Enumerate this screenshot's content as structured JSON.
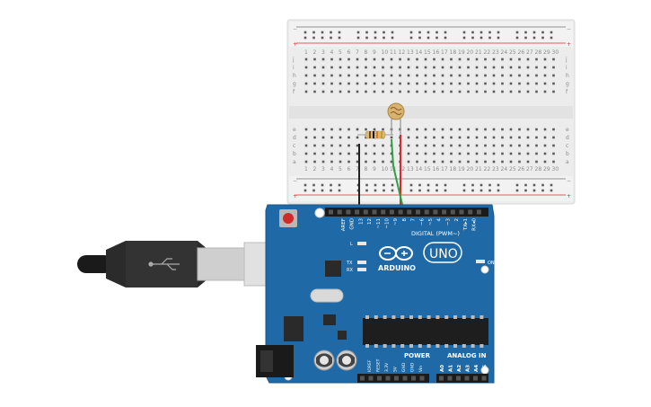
{
  "breadboard": {
    "rail_minus": "−",
    "rail_plus": "+",
    "row_letters_top": [
      "j",
      "i",
      "h",
      "g",
      "f"
    ],
    "row_letters_bottom": [
      "e",
      "d",
      "c",
      "b",
      "a"
    ],
    "column_count": 30
  },
  "arduino": {
    "brand": "ARDUINO",
    "model": "UNO",
    "digital_label": "DIGITAL (PWM~)",
    "digital_pins": [
      "AREF",
      "GND",
      "13",
      "12",
      "~11",
      "~10",
      "~9",
      "8",
      "7",
      "~6",
      "~5",
      "4",
      "~3",
      "2",
      "TX▸1",
      "RX◂0"
    ],
    "power_label": "POWER",
    "power_pins": [
      "IOREF",
      "RESET",
      "3.3V",
      "5V",
      "GND",
      "GND",
      "Vin"
    ],
    "analog_label": "ANALOG IN",
    "analog_pins": [
      "A0",
      "A1",
      "A2",
      "A3",
      "A4",
      "A5"
    ],
    "led_L": "L",
    "led_TX": "TX",
    "led_RX": "RX",
    "on_label": "ON"
  },
  "colors": {
    "board_blue": "#1f6aa6",
    "wire_red": "#e3242b",
    "wire_green": "#2ea043",
    "wire_black": "#222222",
    "breadboard": "#eeeeee"
  }
}
